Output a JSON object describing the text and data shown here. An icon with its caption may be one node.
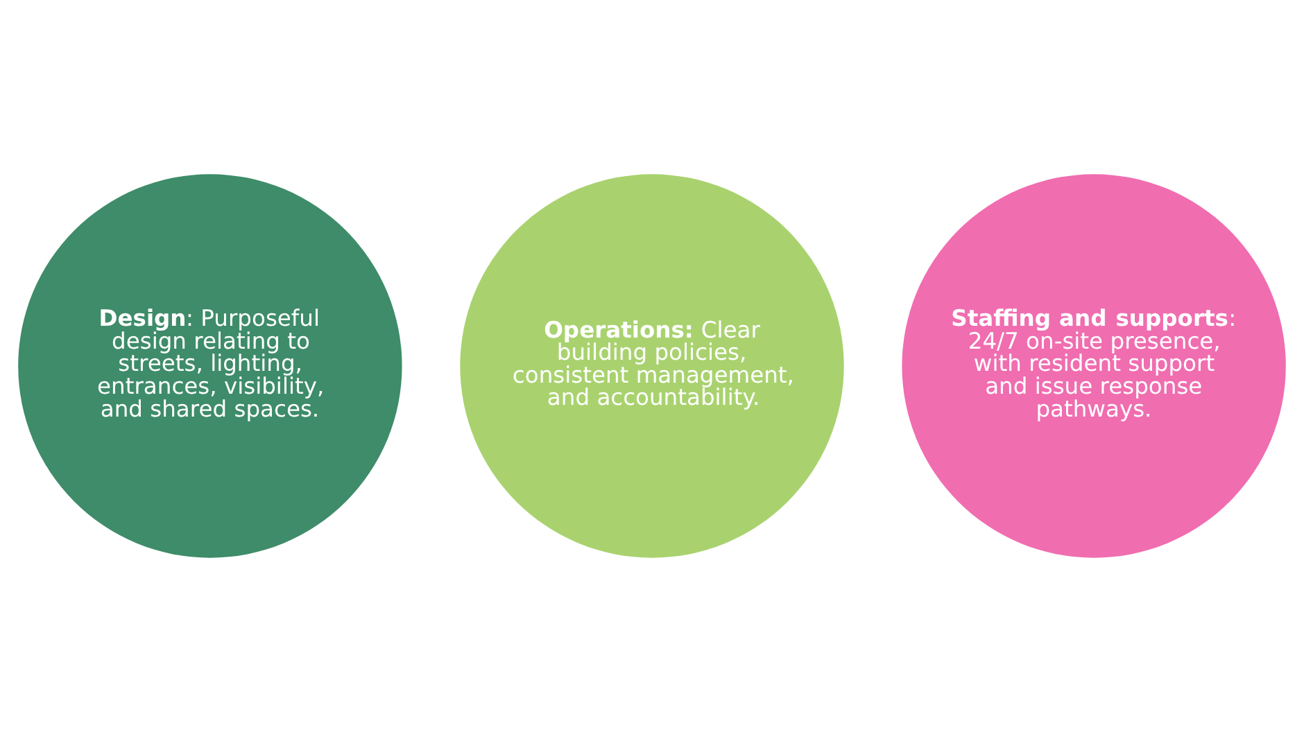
{
  "diagram": {
    "nodes": [
      {
        "text": [
          "**Design**: Purposeful design relating to streets, lighting, entrances, visibility, and shared spaces."
        ]
      },
      {
        "text": [
          "**Operations:** Clear building policies, consistent management, and accountability."
        ]
      },
      {
        "text": [
          "**Staffing and supports**: 24/7 on-site presence, with resident support and issue response pathways."
        ]
      }
    ],
    "edges": []
  }
}
